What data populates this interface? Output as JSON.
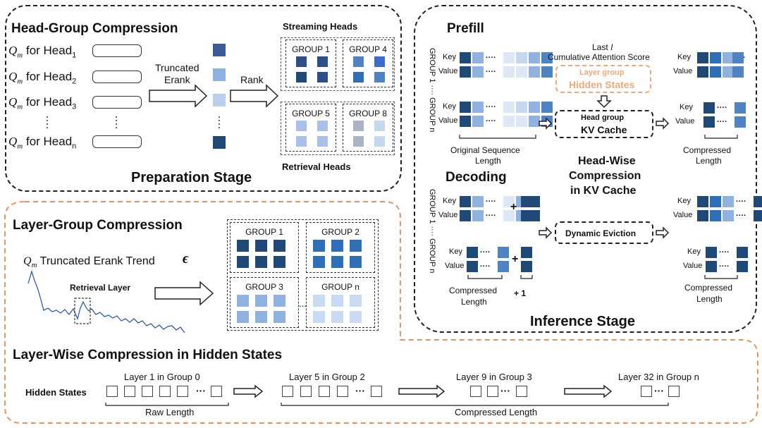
{
  "colors": {
    "dark": "#2b4f86",
    "navy": "#1f4a78",
    "mid": "#4f84c4",
    "blue": "#2e6fb8",
    "light": "#8fb2e0",
    "pale": "#c6d8f0",
    "paler": "#dde7f5",
    "grey": "#aab4c4",
    "orange": "#e8925c"
  },
  "prep": {
    "title": "Head-Group Compression",
    "q_symbol": "Q",
    "q_sub": "m",
    "for_head": "for Head",
    "subs": [
      "1",
      "2",
      "3",
      "n"
    ],
    "truncated_erank": [
      "Truncated",
      "Erank"
    ],
    "rank": "Rank",
    "streaming_heads": "Streaming Heads",
    "retrieval_heads": "Retrieval Heads",
    "groups": [
      "GROUP 1",
      "GROUP 4",
      "GROUP 5",
      "GROUP 8"
    ],
    "stage_label": "Preparation Stage"
  },
  "layer": {
    "title": "Layer-Group Compression",
    "trend_label": "Truncated Erank Trend",
    "epsilon": "ϵ",
    "retrieval_layer": "Retrieval Layer",
    "groups": [
      "GROUP 1",
      "GROUP 2",
      "GROUP 3",
      "GROUP n"
    ],
    "ellipsis": "..."
  },
  "inference": {
    "prefill": "Prefill",
    "decoding": "Decoding",
    "key": "Key",
    "value": "Value",
    "group_axis": "GROUP 1 ···· GROUP n",
    "last_l": "Last l",
    "last_word": "Last",
    "l_symbol": "l",
    "cumulative": "Cumulative Attention Score",
    "layer_group": "Layer group",
    "hidden_states": "Hidden States",
    "head_group": "Head group",
    "kv_cache": "KV Cache",
    "original_seq": [
      "Original Sequence",
      "Length"
    ],
    "compressed_len": [
      "Compressed",
      "Length"
    ],
    "headwise": [
      "Head-Wise",
      "Compression",
      "in KV Cache"
    ],
    "dynamic_eviction": "Dynamic Eviction",
    "plus": "+",
    "plus_one": "+ 1",
    "stage_label": "Inference Stage",
    "dots": "····"
  },
  "hidden": {
    "title": "Layer-Wise Compression in Hidden States",
    "row_label": "Hidden States",
    "layers": [
      "Layer 1 in Group 0",
      "Layer 5 in Group 2",
      "Layer 9 in Group 3",
      "Layer 32 in Group n"
    ],
    "raw_length": "Raw Length",
    "compressed_length": "Compressed Length",
    "dots": "···"
  }
}
